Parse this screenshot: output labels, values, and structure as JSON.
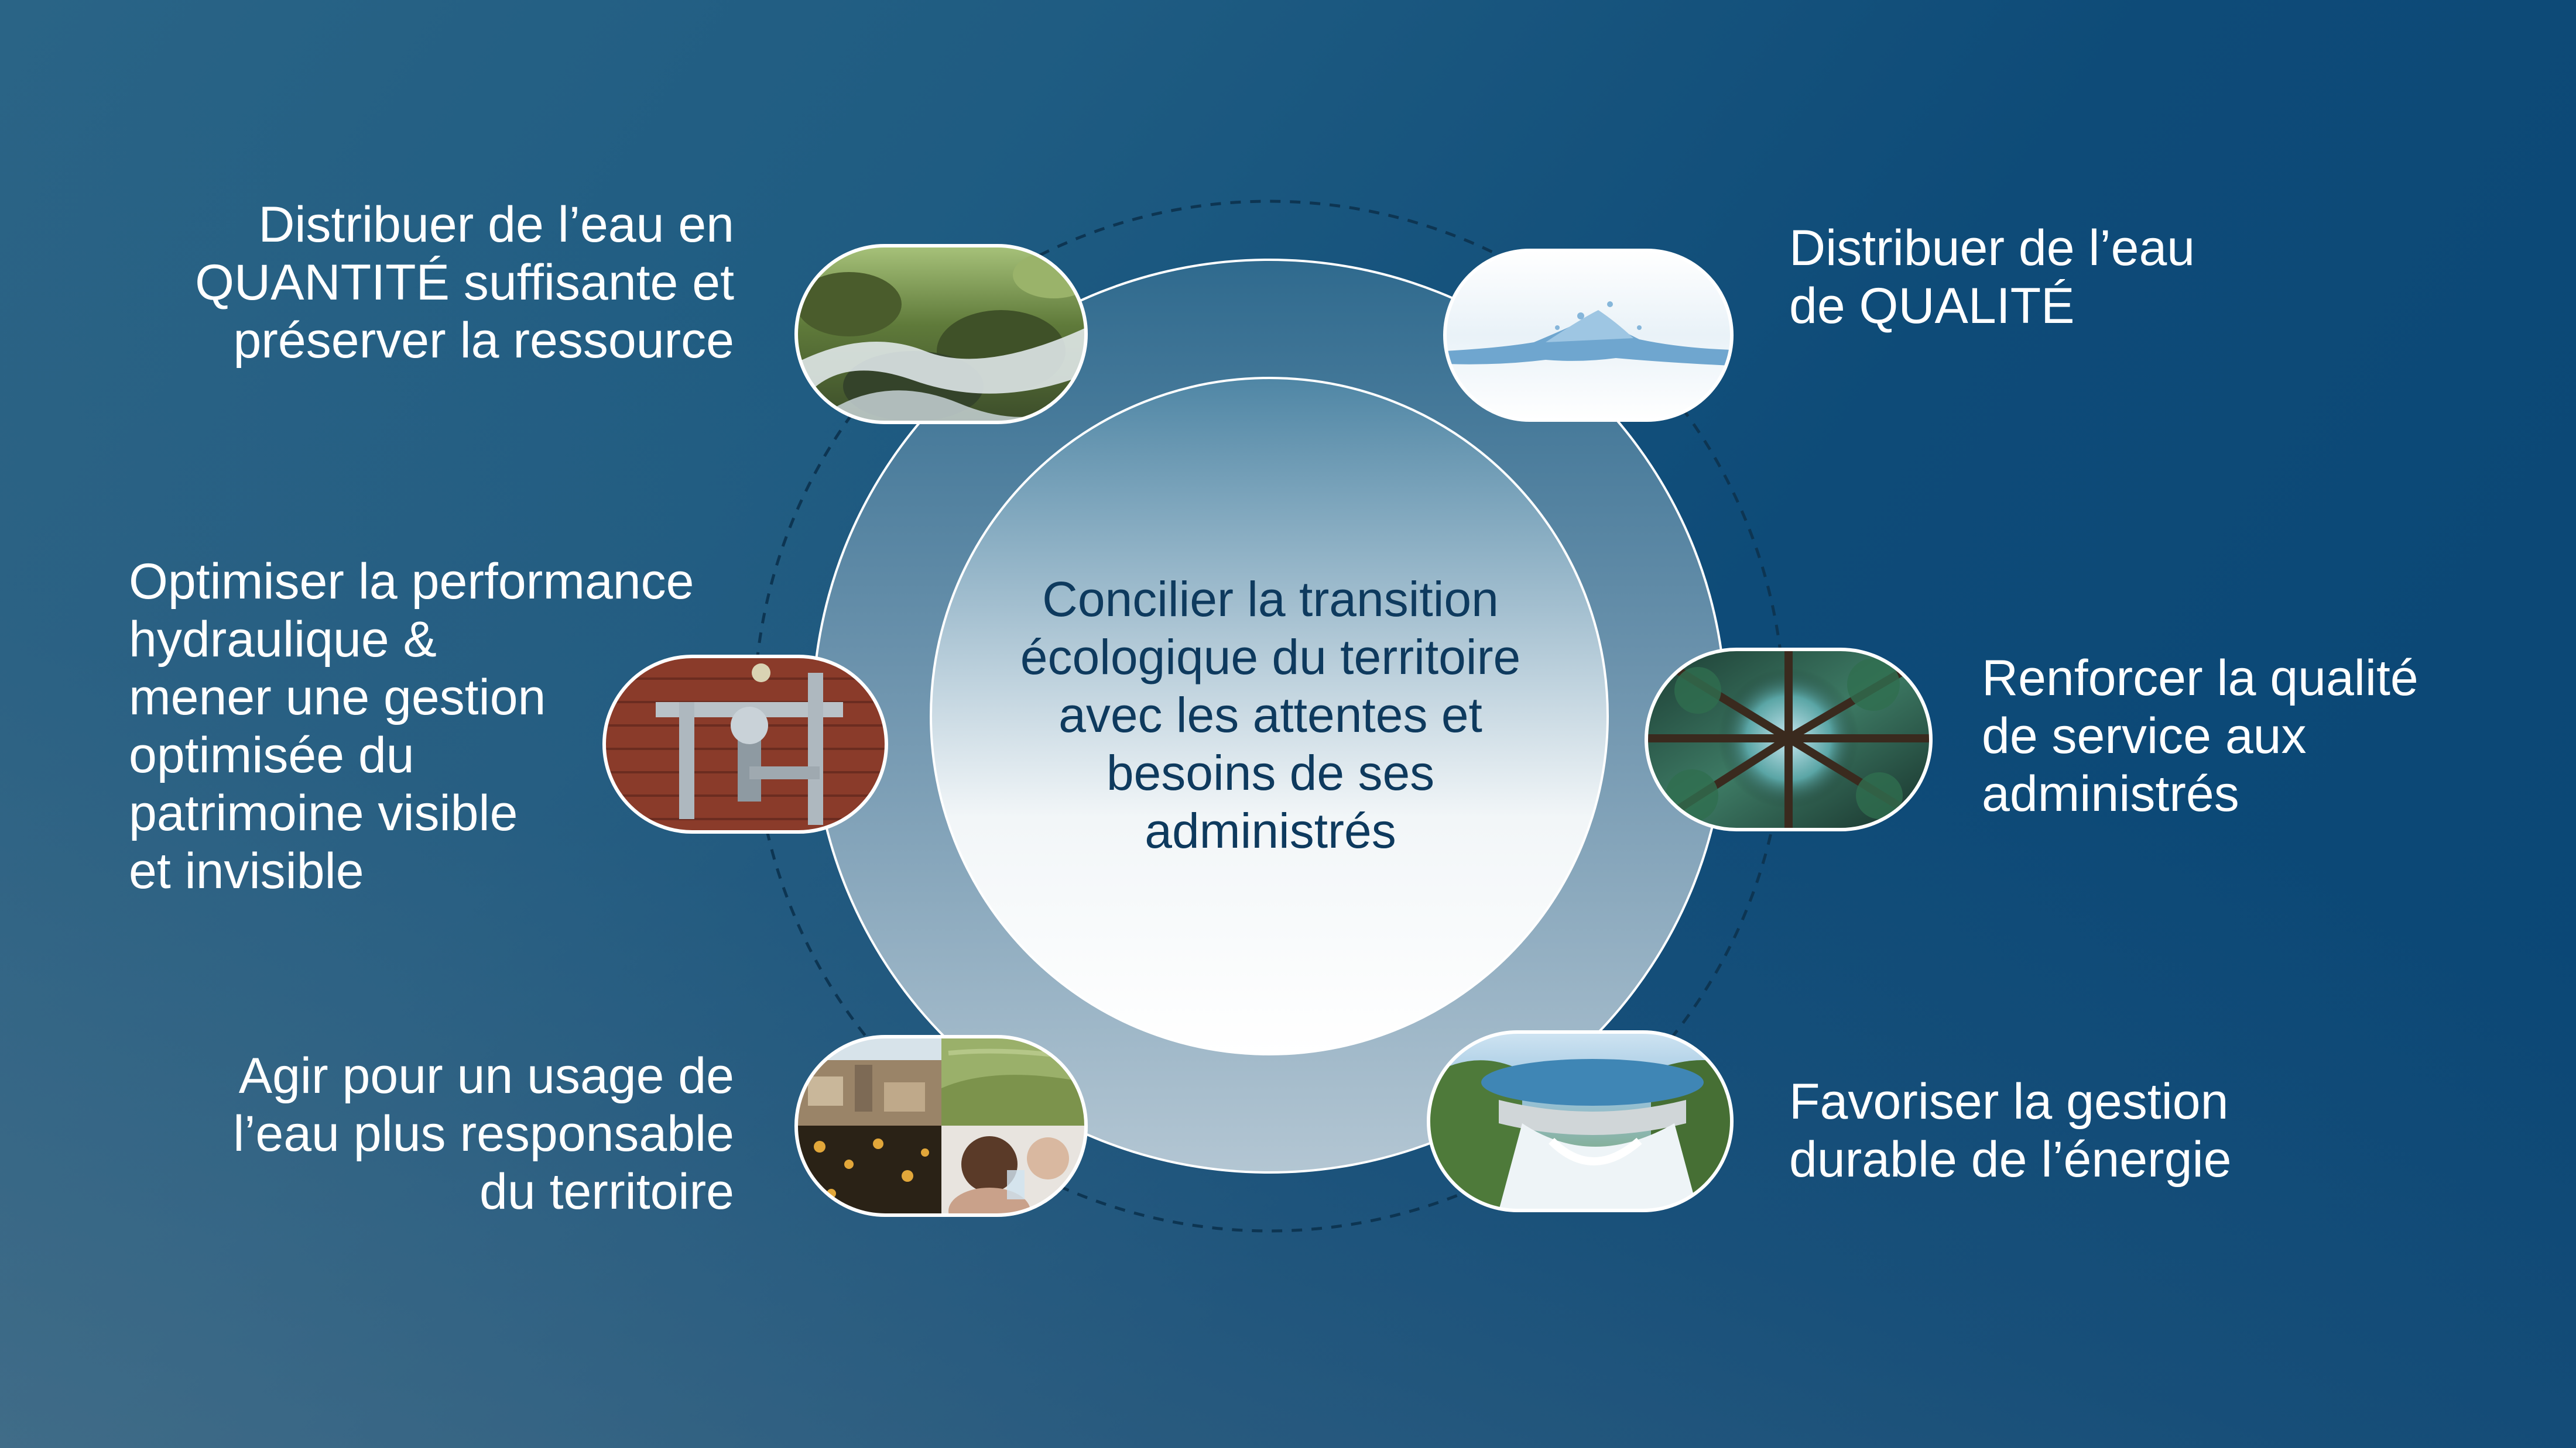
{
  "center": {
    "lines": [
      "Concilier la transition",
      "écologique du territoire",
      "avec les attentes et",
      "besoins de ses",
      "administrés"
    ]
  },
  "items": [
    {
      "id": "quantite",
      "lines": [
        "Distribuer de l’eau en",
        "QUANTITÉ suffisante et",
        "préserver la ressource"
      ],
      "image": "stream-icon"
    },
    {
      "id": "qualite",
      "lines": [
        "Distribuer de l’eau",
        "de QUALITÉ"
      ],
      "image": "water-splash-icon"
    },
    {
      "id": "performance",
      "lines": [
        "Optimiser la performance",
        "hydraulique &",
        "mener une gestion",
        "optimisée du",
        "patrimoine visible",
        "et invisible"
      ],
      "image": "pipes-valves-icon"
    },
    {
      "id": "service",
      "lines": [
        "Renforcer la qualité",
        "de service aux",
        "administrés"
      ],
      "image": "forest-canopy-icon"
    },
    {
      "id": "usage",
      "lines": [
        "Agir pour un usage de",
        "l’eau plus responsable",
        "du territoire"
      ],
      "image": "territory-collage-icon"
    },
    {
      "id": "energie",
      "lines": [
        "Favoriser la gestion",
        "durable de l’énergie"
      ],
      "image": "hydro-dam-icon"
    }
  ],
  "colors": {
    "background": "#14527d",
    "center_text": "#0e3a5e",
    "label_text": "#ffffff",
    "dashed_ring": "#0d3552"
  }
}
